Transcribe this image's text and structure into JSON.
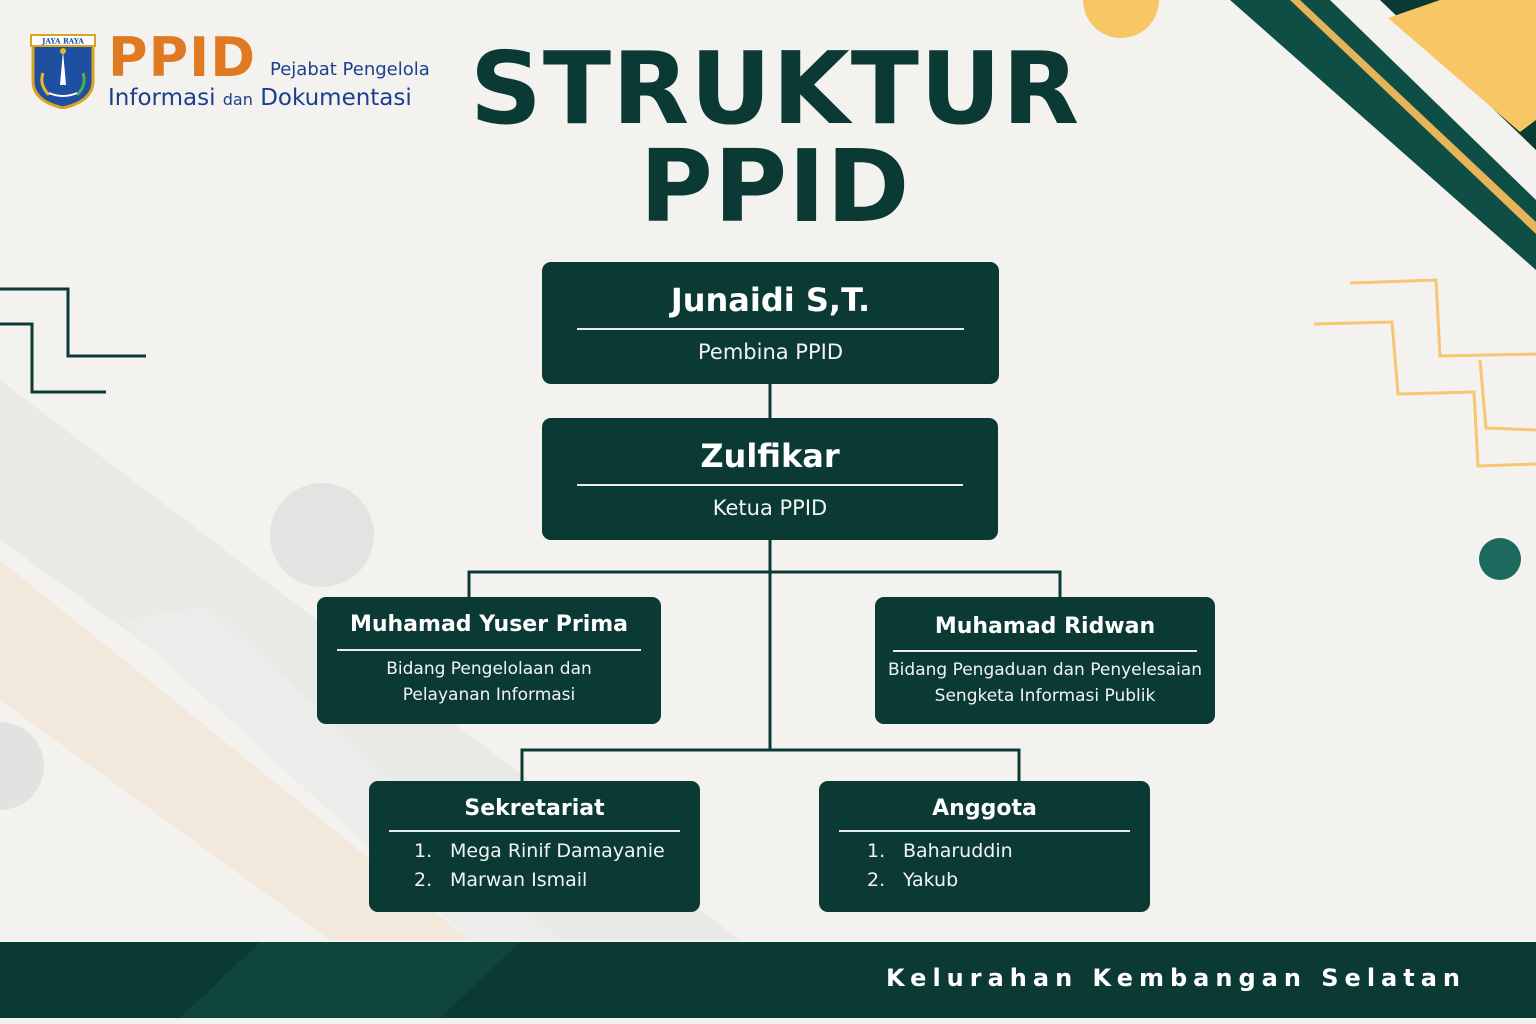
{
  "logo": {
    "emblem_text": "JAYA RAYA",
    "acronym": "PPID",
    "line1": "Pejabat Pengelola",
    "line2_a": "Informasi",
    "line2_b": "dan",
    "line2_c": "Dokumentasi"
  },
  "title": {
    "line1": "STRUKTUR",
    "line2": "PPID"
  },
  "org": {
    "pembina": {
      "name": "Junaidi S,T.",
      "role": "Pembina PPID"
    },
    "ketua": {
      "name": "Zulfikar",
      "role": "Ketua PPID"
    },
    "bidang1": {
      "name": "Muhamad Yuser Prima",
      "role_line1": "Bidang Pengelolaan dan",
      "role_line2": "Pelayanan Informasi"
    },
    "bidang2": {
      "name": "Muhamad Ridwan",
      "role_line1": "Bidang Pengaduan dan Penyelesaian",
      "role_line2": "Sengketa Informasi Publik"
    },
    "sekretariat": {
      "name": "Sekretariat",
      "members": [
        {
          "num": "1.",
          "name": "Mega Rinif Damayanie"
        },
        {
          "num": "2.",
          "name": "Marwan Ismail"
        }
      ]
    },
    "anggota": {
      "name": "Anggota",
      "members": [
        {
          "num": "1.",
          "name": "Baharuddin"
        },
        {
          "num": "2.",
          "name": "Yakub"
        }
      ]
    }
  },
  "footer": {
    "text": "Kelurahan Kembangan Selatan"
  },
  "colors": {
    "primary": "#0b3a35",
    "accent_orange": "#e07a22",
    "accent_yellow": "#f7c766",
    "brand_blue": "#1b3f8f",
    "background": "#f4f2ef"
  }
}
